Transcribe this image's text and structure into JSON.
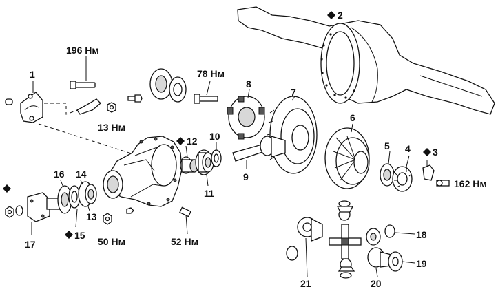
{
  "diagram": {
    "callouts": [
      {
        "id": "c1",
        "text": "1",
        "diamond": false
      },
      {
        "id": "c2",
        "text": "2",
        "diamond": true
      },
      {
        "id": "c3",
        "text": "3",
        "diamond": true
      },
      {
        "id": "c4",
        "text": "4",
        "diamond": false
      },
      {
        "id": "c5",
        "text": "5",
        "diamond": false
      },
      {
        "id": "c6",
        "text": "6",
        "diamond": false
      },
      {
        "id": "c7",
        "text": "7",
        "diamond": false
      },
      {
        "id": "c8",
        "text": "8",
        "diamond": false
      },
      {
        "id": "c9",
        "text": "9",
        "diamond": false
      },
      {
        "id": "c10",
        "text": "10",
        "diamond": false
      },
      {
        "id": "c11",
        "text": "11",
        "diamond": false
      },
      {
        "id": "c12",
        "text": "12",
        "diamond": true
      },
      {
        "id": "c13",
        "text": "13",
        "diamond": false
      },
      {
        "id": "c14",
        "text": "14",
        "diamond": false
      },
      {
        "id": "c15",
        "text": "15",
        "diamond": true
      },
      {
        "id": "c16",
        "text": "16",
        "diamond": false
      },
      {
        "id": "c17",
        "text": "17",
        "diamond": false
      },
      {
        "id": "c18",
        "text": "18",
        "diamond": false
      },
      {
        "id": "c19",
        "text": "19",
        "diamond": false
      },
      {
        "id": "c20",
        "text": "20",
        "diamond": false
      },
      {
        "id": "c21",
        "text": "21",
        "diamond": false
      },
      {
        "id": "c-diamond-left",
        "text": "",
        "diamond": true
      }
    ],
    "torques": [
      {
        "id": "t196",
        "text": "196 Нм"
      },
      {
        "id": "t78",
        "text": "78 Нм"
      },
      {
        "id": "t13",
        "text": "13 Нм"
      },
      {
        "id": "t162",
        "text": "162 Нм"
      },
      {
        "id": "t50",
        "text": "50 Нм"
      },
      {
        "id": "t52",
        "text": "52 Нм"
      }
    ]
  }
}
